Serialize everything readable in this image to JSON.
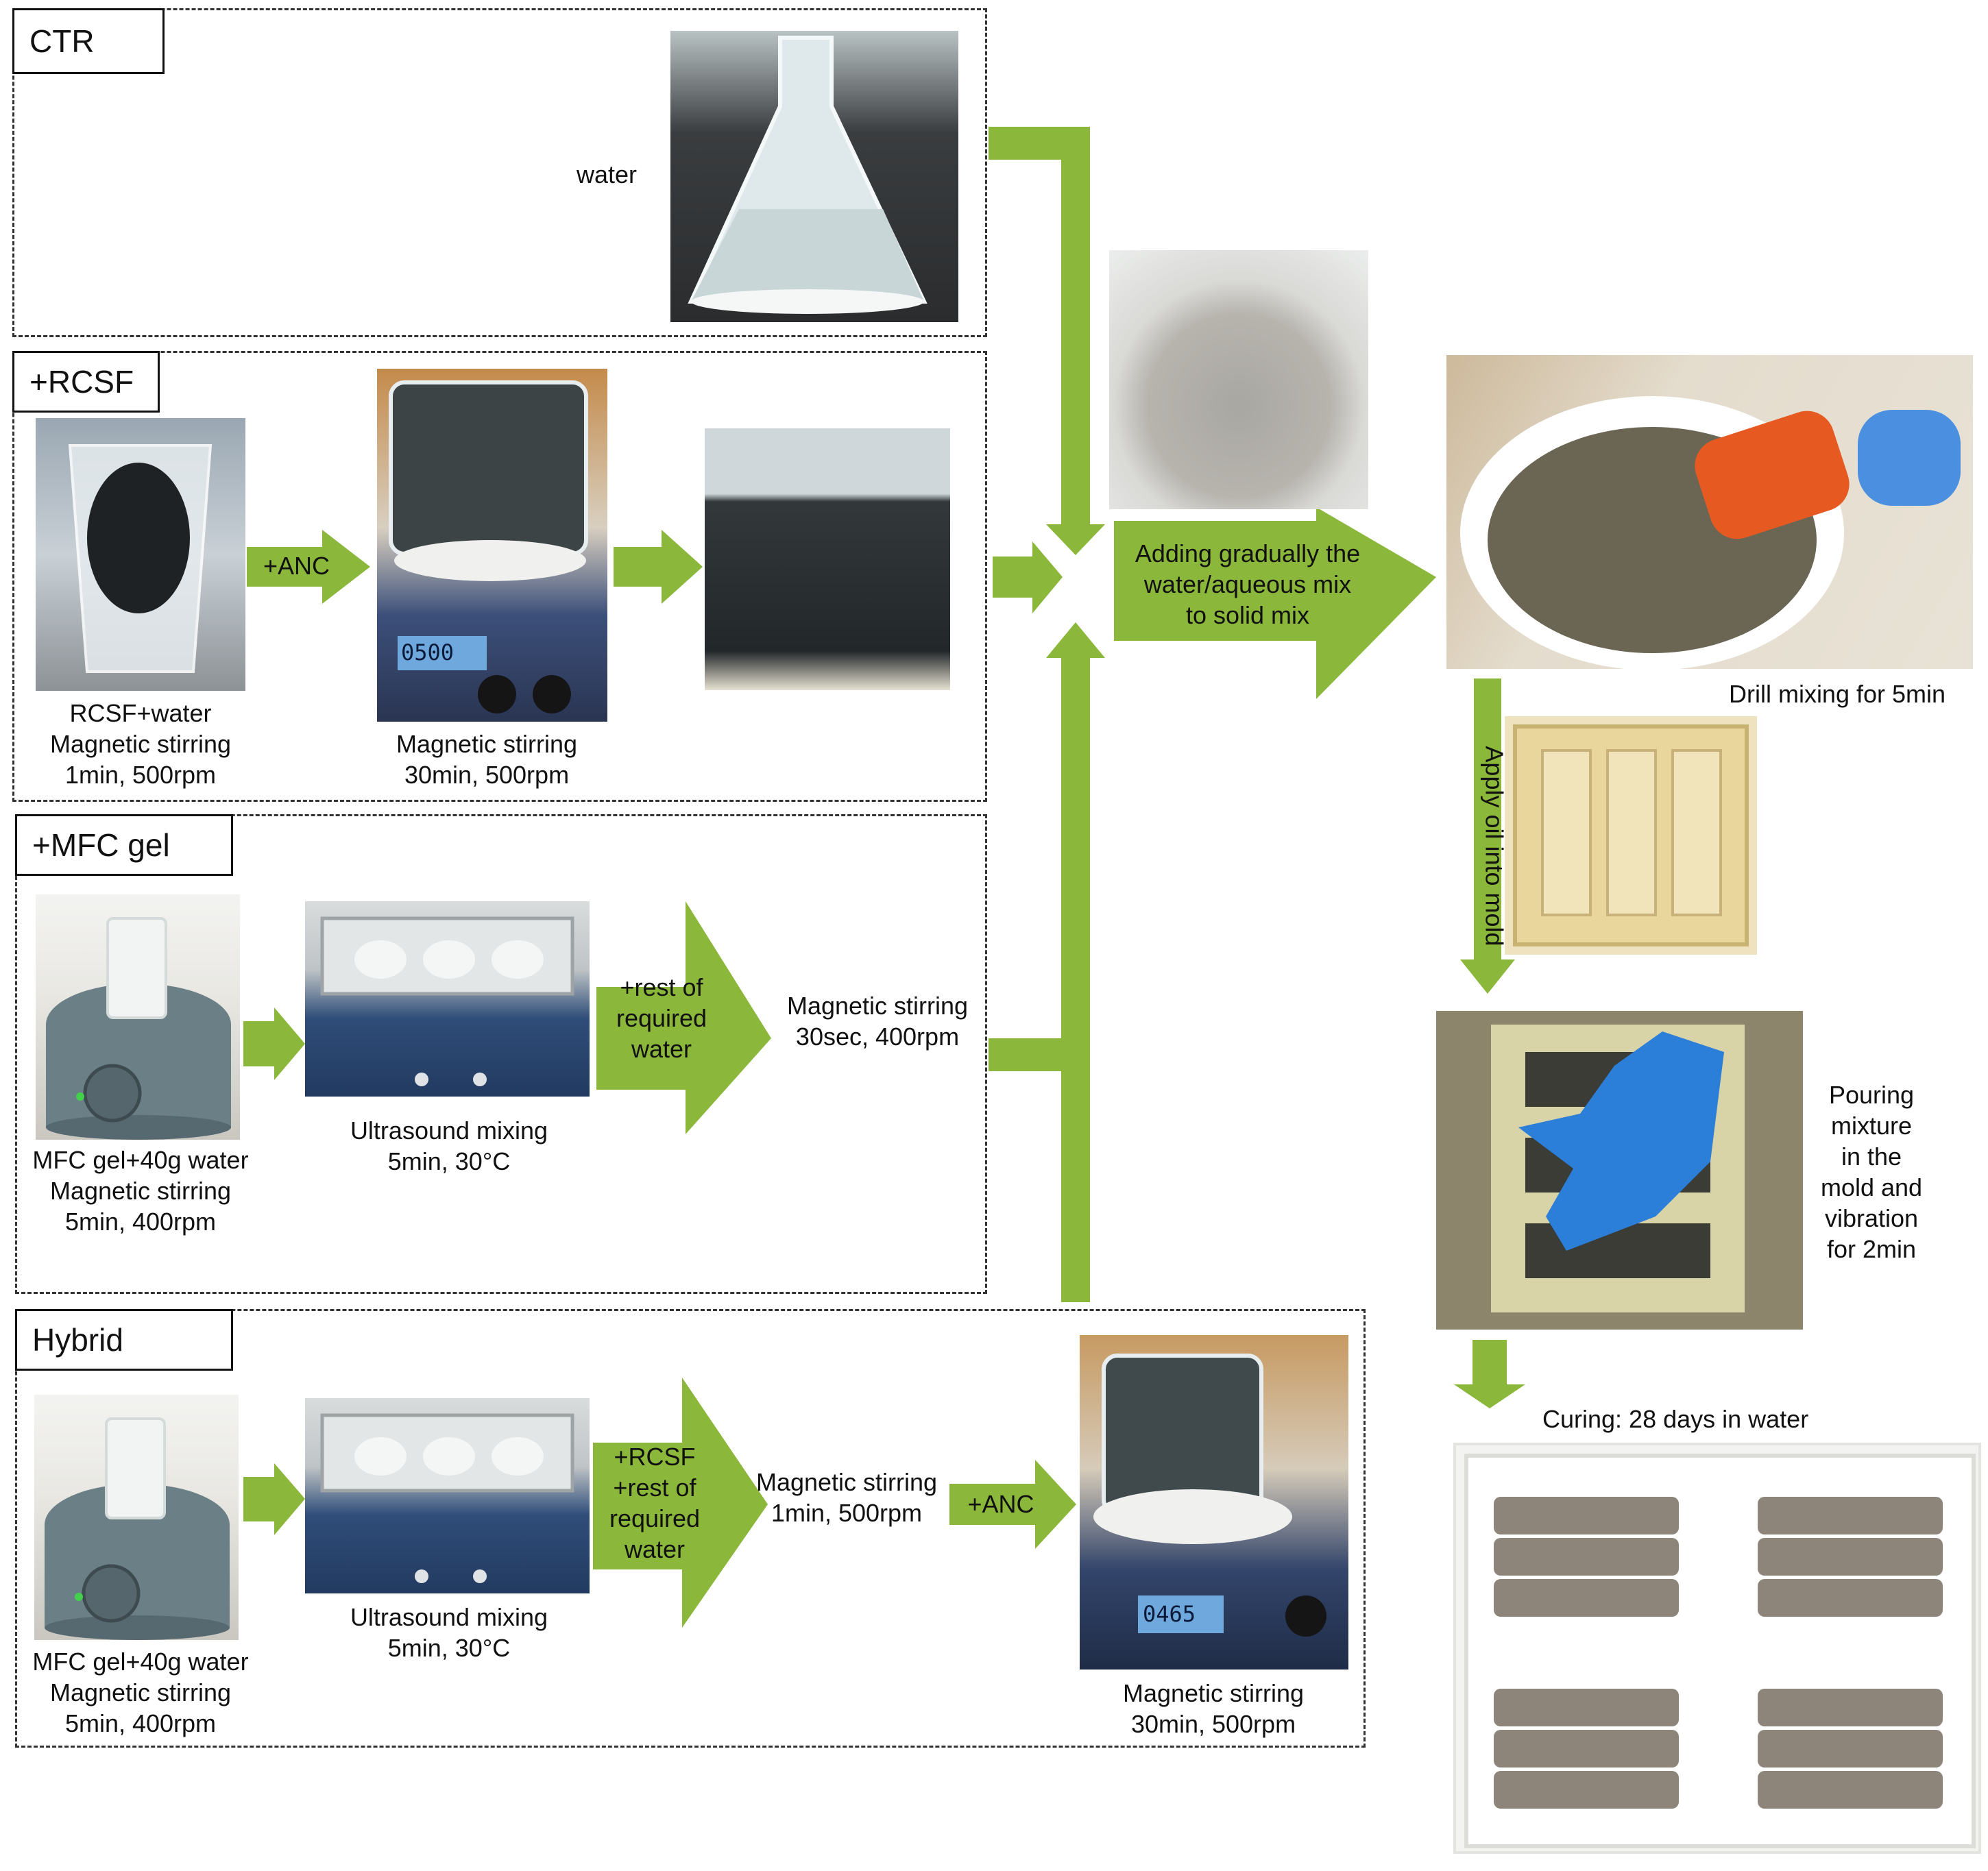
{
  "colors": {
    "arrow": "#8bb73b",
    "dashed_border": "#333333"
  },
  "panels": {
    "ctr": {
      "title": "CTR",
      "water_label": "water"
    },
    "rcsf": {
      "title": "+RCSF",
      "step1_caption": [
        "RCSF+water",
        "Magnetic stirring",
        "1min, 500rpm"
      ],
      "arrow_anc": "+ANC",
      "step2_caption": [
        "Magnetic stirring",
        "30min, 500rpm"
      ],
      "stirrer_display": "0500"
    },
    "mfc": {
      "title": "+MFC gel",
      "step1_caption": [
        "MFC gel+40g water",
        "Magnetic stirring",
        "5min, 400rpm"
      ],
      "step2_caption": [
        "Ultrasound mixing",
        "5min, 30°C"
      ],
      "arrow_text": [
        "+rest of",
        "required",
        "water"
      ],
      "step3_caption": [
        "Magnetic stirring",
        "30sec, 400rpm"
      ]
    },
    "hybrid": {
      "title": "Hybrid",
      "step1_caption": [
        "MFC gel+40g water",
        "Magnetic stirring",
        "5min, 400rpm"
      ],
      "step2_caption": [
        "Ultrasound mixing",
        "5min, 30°C"
      ],
      "arrow_text": [
        "+RCSF",
        "+rest of",
        "required",
        "water"
      ],
      "step3_caption": [
        "Magnetic stirring",
        "1min, 500rpm"
      ],
      "arrow_anc": "+ANC",
      "step4_caption": [
        "Magnetic stirring",
        "30min, 500rpm"
      ],
      "stirrer_display": "0465"
    }
  },
  "process": {
    "adding_arrow": [
      "Adding gradually the",
      "water/aqueous mix",
      "to solid mix"
    ],
    "drill_caption": "Drill mixing for 5min",
    "oil_arrow": "Apply oil into mold",
    "pour_caption": [
      "Pouring",
      "mixture",
      "in the",
      "mold and",
      "vibration",
      "for 2min"
    ],
    "curing_caption": "Curing: 28 days in water"
  }
}
